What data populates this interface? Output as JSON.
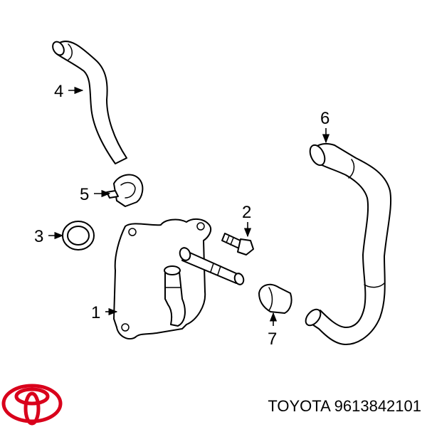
{
  "diagram": {
    "callouts": [
      {
        "id": "1",
        "label": "1"
      },
      {
        "id": "2",
        "label": "2"
      },
      {
        "id": "3",
        "label": "3"
      },
      {
        "id": "4",
        "label": "4"
      },
      {
        "id": "5",
        "label": "5"
      },
      {
        "id": "6",
        "label": "6"
      },
      {
        "id": "7",
        "label": "7"
      }
    ]
  },
  "footer": {
    "part_number": "TOYOTA 9613842101",
    "logo_color": "#d9001b"
  }
}
